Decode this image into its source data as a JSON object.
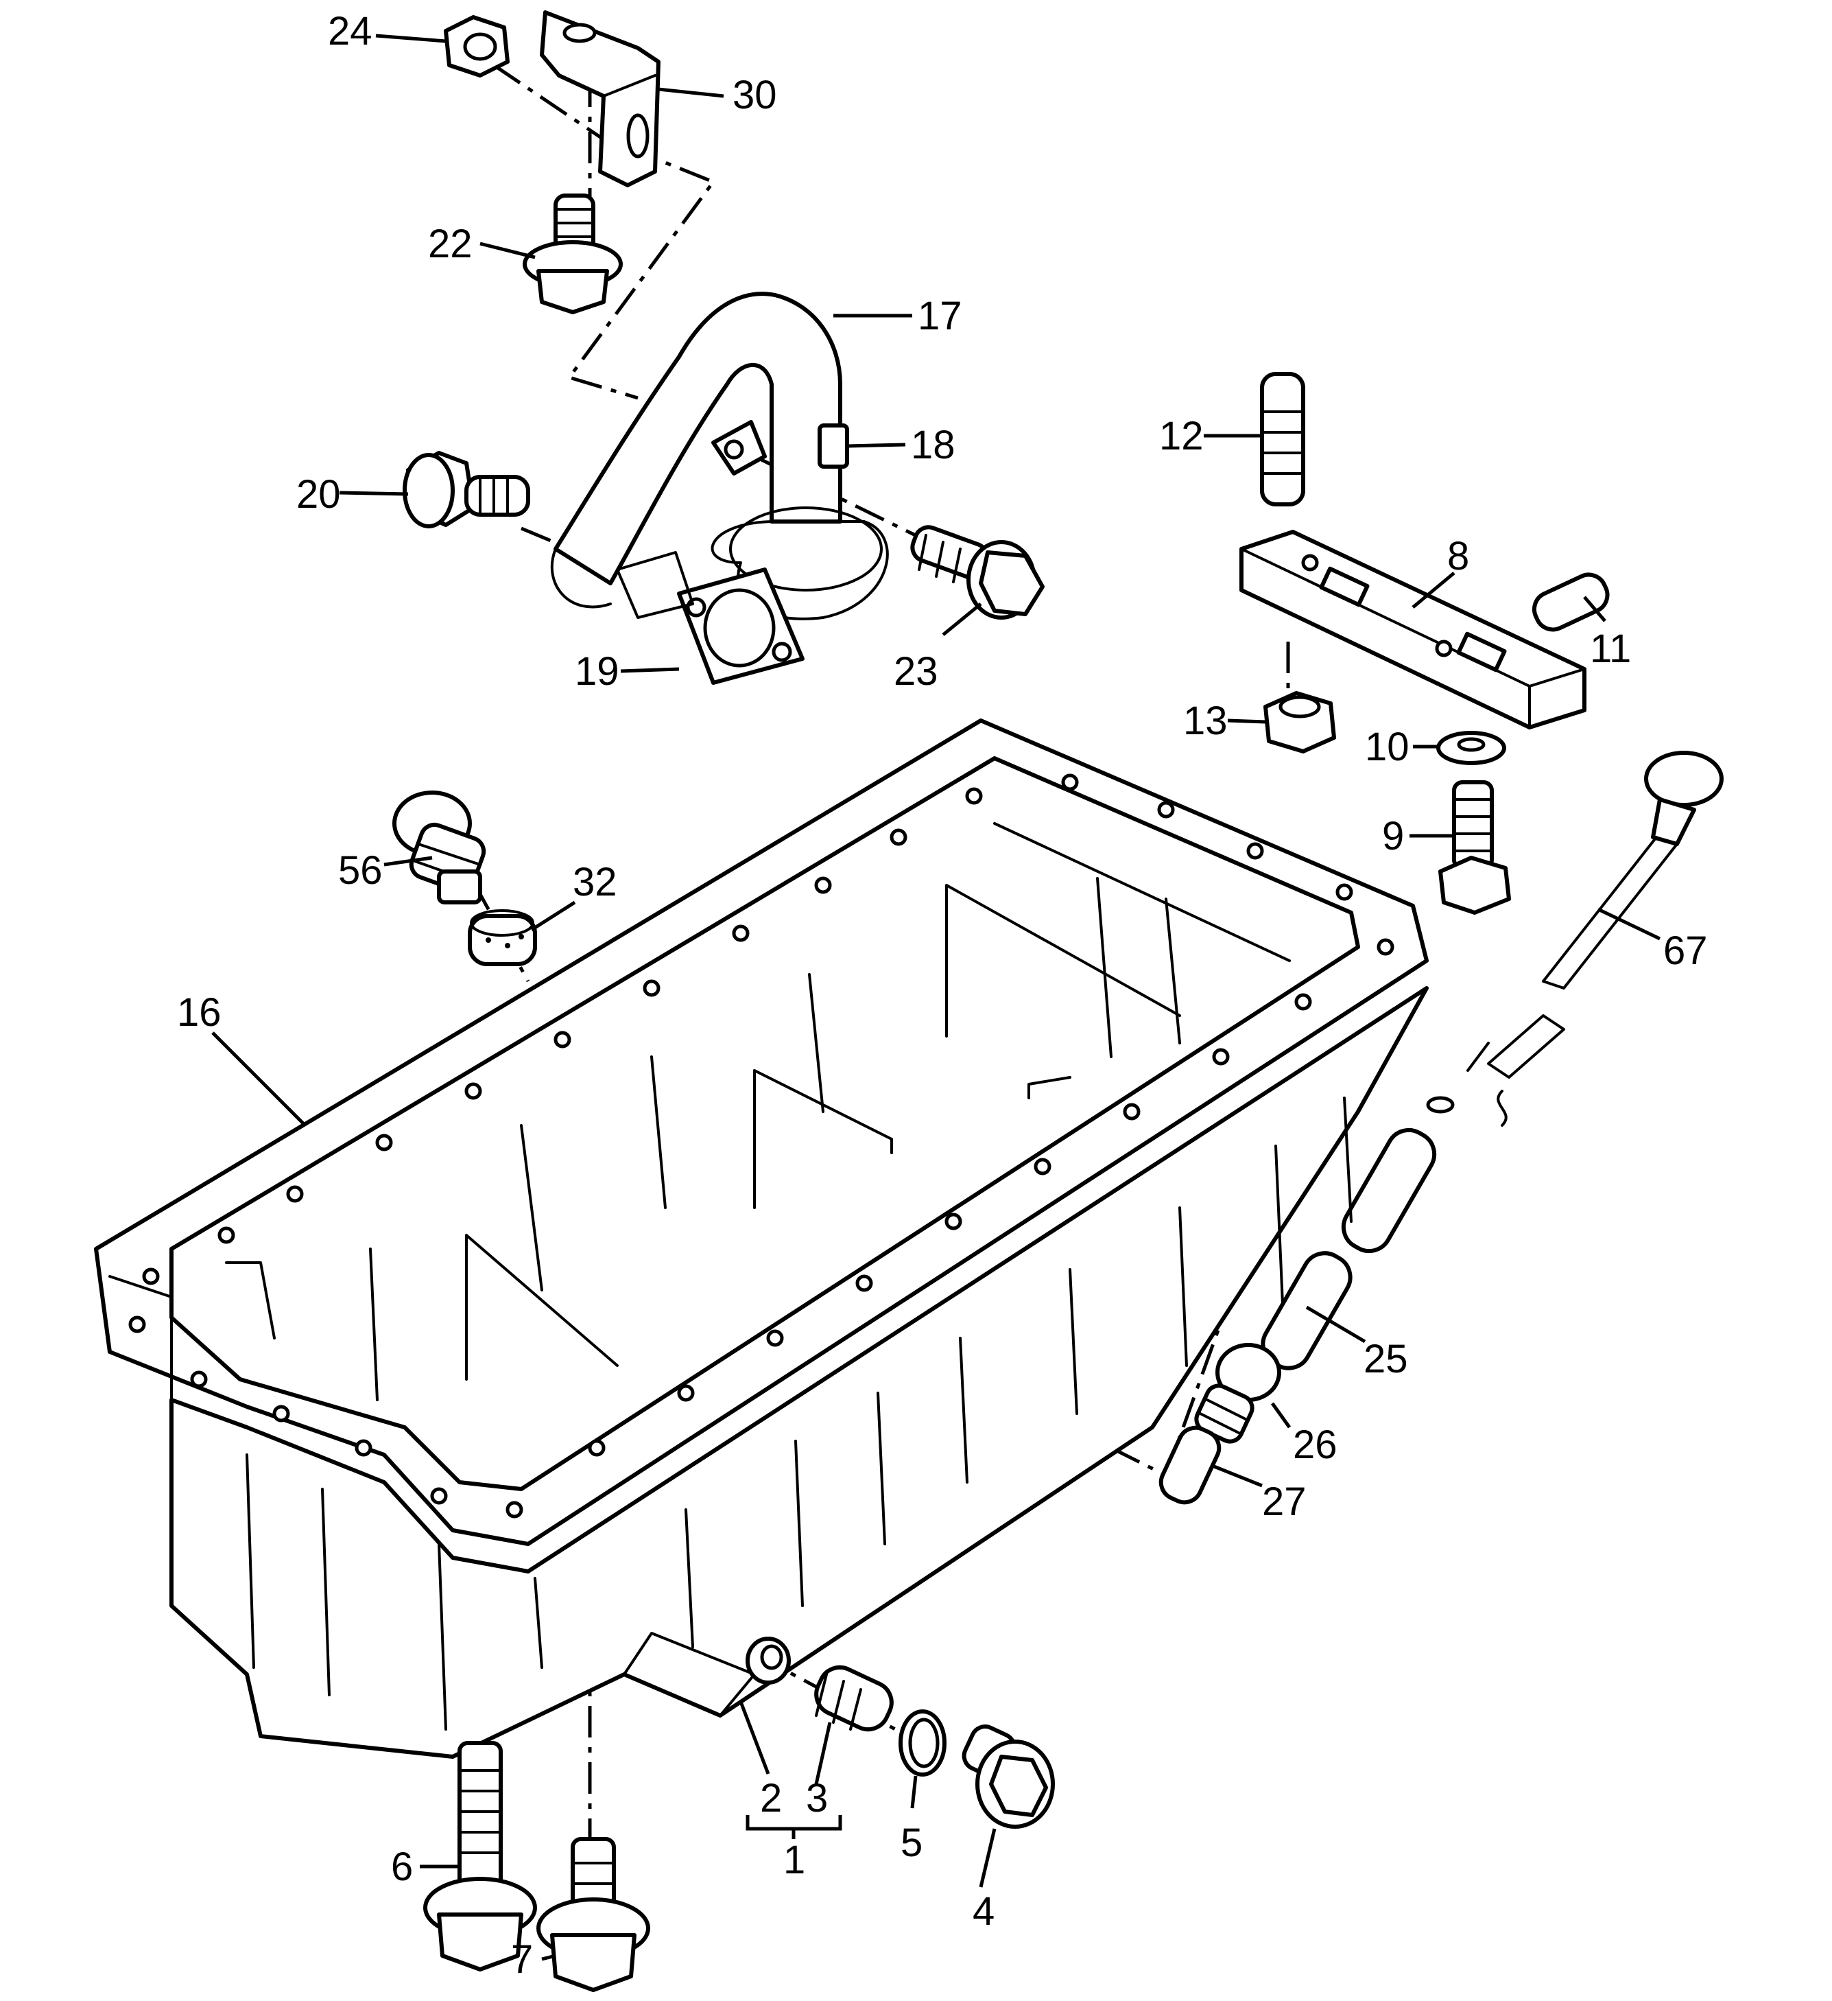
{
  "callouts": {
    "c1": "1",
    "c2": "2",
    "c3": "3",
    "c4": "4",
    "c5": "5",
    "c6": "6",
    "c7": "7",
    "c8": "8",
    "c9": "9",
    "c10": "10",
    "c11": "11",
    "c12": "12",
    "c13": "13",
    "c16": "16",
    "c17": "17",
    "c18": "18",
    "c19": "19",
    "c20": "20",
    "c22": "22",
    "c23": "23",
    "c24": "24",
    "c25": "25",
    "c26": "26",
    "c27": "27",
    "c30": "30",
    "c32": "32",
    "c56": "56",
    "c67": "67"
  }
}
